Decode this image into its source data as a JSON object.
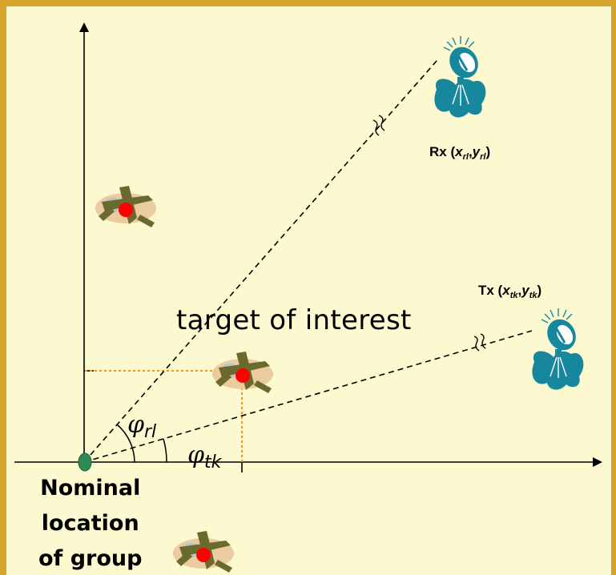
{
  "labels": {
    "target": "target of interest",
    "group_line1": "Nominal",
    "group_line2": "location",
    "group_line3": "of group"
  },
  "receiver": {
    "prefix": "Rx (",
    "x": "x",
    "x_sub": "rl",
    "comma": ",",
    "y": "y",
    "y_sub": "rl",
    "suffix": ")"
  },
  "transmitter": {
    "prefix": "Tx (",
    "x": "x",
    "x_sub": "tk",
    "comma": ",",
    "y": "y",
    "y_sub": "tk",
    "suffix": ")"
  },
  "angles": {
    "rl_symbol": "φ",
    "rl_sub": "rl",
    "tk_symbol": "φ",
    "tk_sub": "tk"
  },
  "colors": {
    "background": "#fcf8cf",
    "border": "#d4a52a",
    "guide_lines": "#e39a2c",
    "antenna": "#16879c",
    "origin_marker": "#2e8b57",
    "target_dot": "#ff0000"
  },
  "icons": [
    "satellite-dish-icon",
    "aircraft-icon"
  ]
}
